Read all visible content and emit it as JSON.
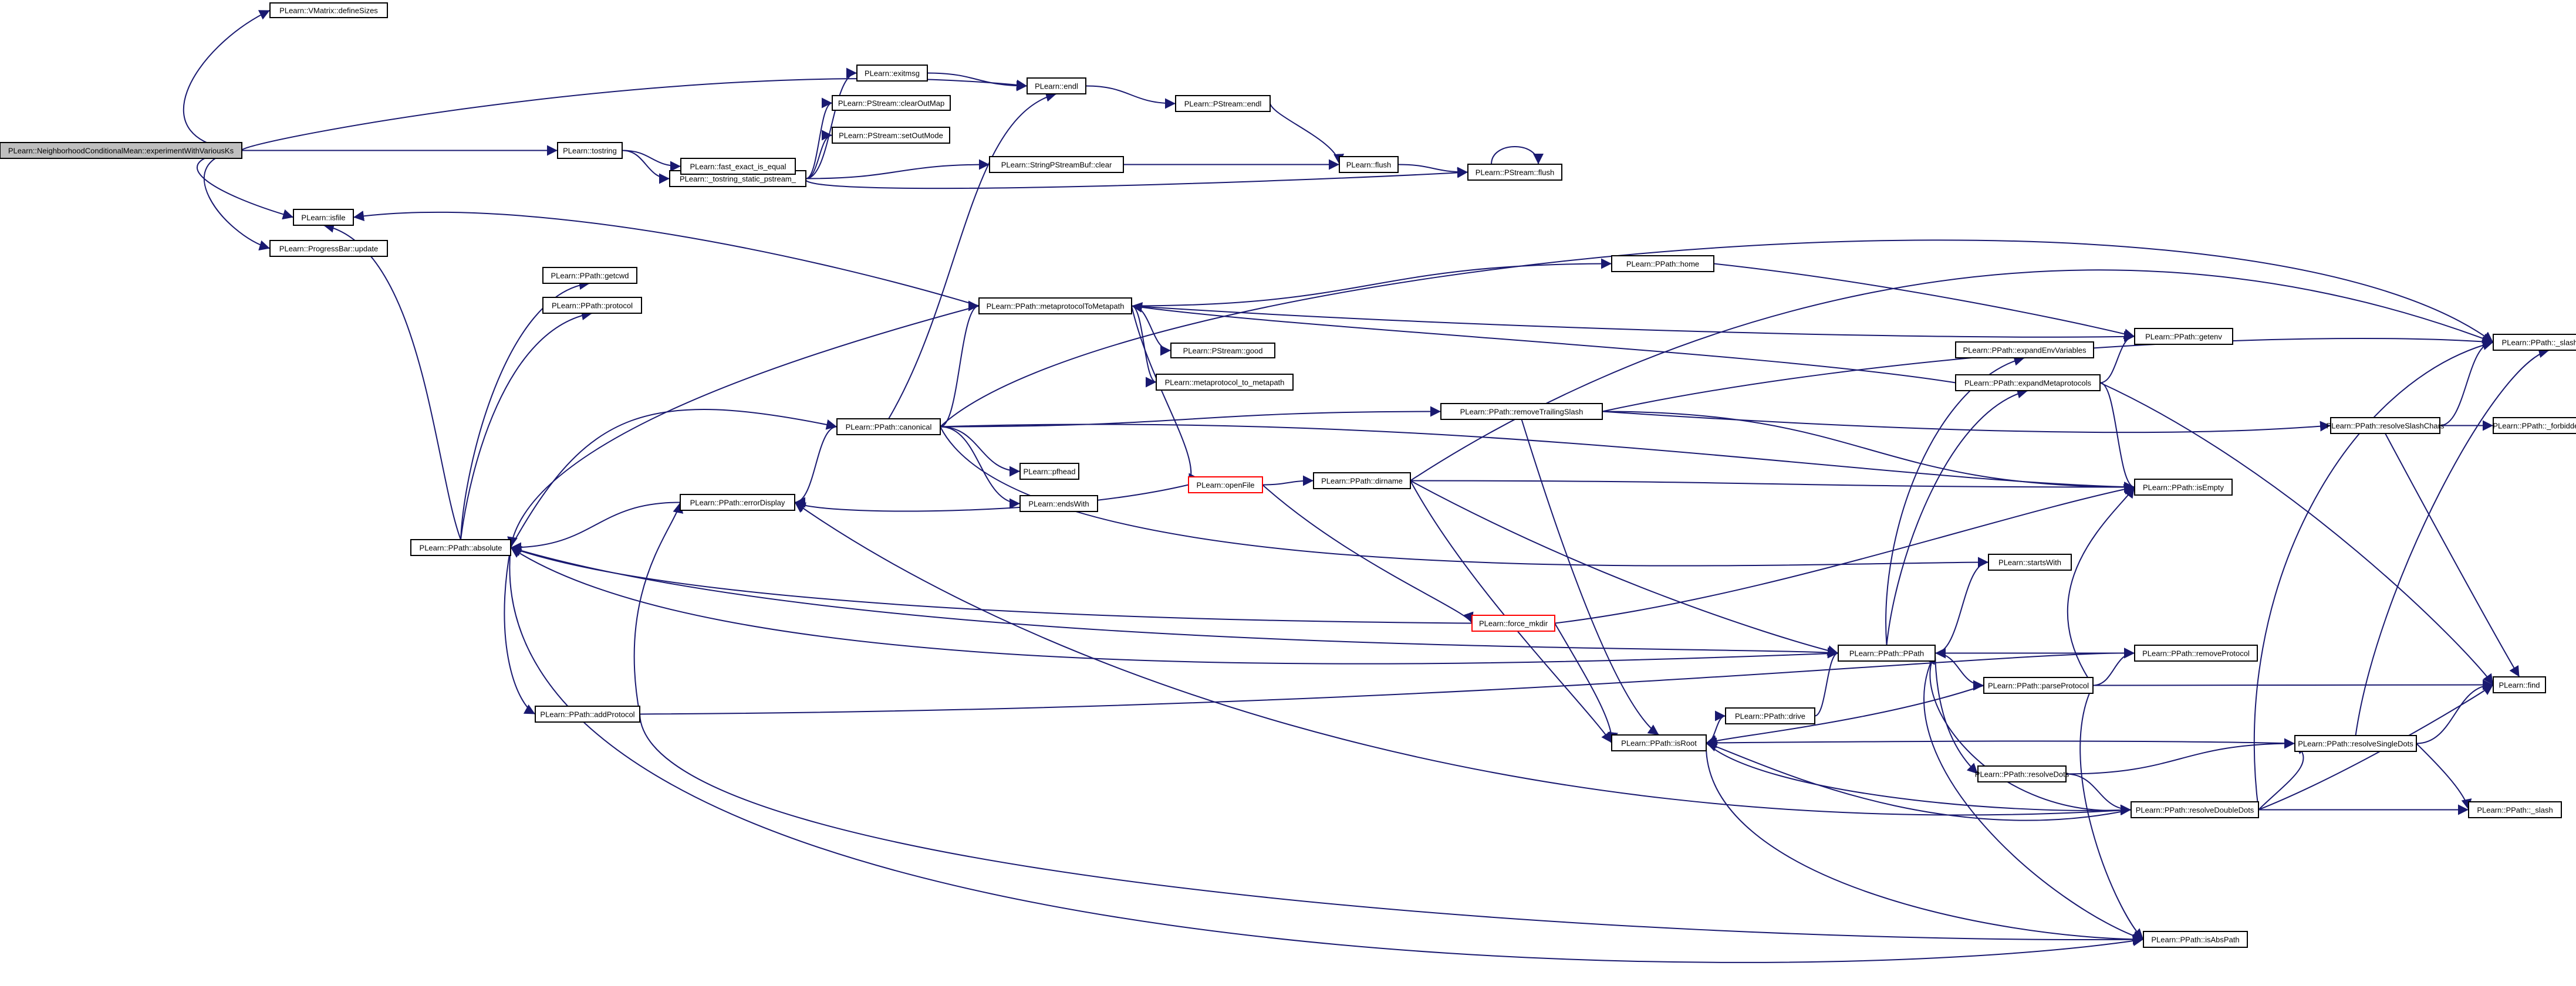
{
  "colors": {
    "edge": "#191970",
    "root_fill": "#bfbfbf",
    "highlight_border": "#ff0000",
    "node_border": "#000000"
  },
  "nodes": {
    "root": "PLearn::NeighborhoodConditionalMean::experimentWithVariousKs",
    "definesizes": "PLearn::VMatrix::defineSizes",
    "endl1": "PLearn::endl",
    "exitmsg": "PLearn::exitmsg",
    "tostring": "PLearn::tostring",
    "tostring_static": "PLearn::_tostring_static_pstream_",
    "clearoutmap": "PLearn::PStream::clearOutMap",
    "setoutmode": "PLearn::PStream::setOutMode",
    "pstream_endl": "PLearn::PStream::endl",
    "fast_exact": "PLearn::fast_exact_is_equal",
    "spsb_clear": "PLearn::StringPStreamBuf::clear",
    "flush": "PLearn::flush",
    "pstream_flush": "PLearn::PStream::flush",
    "isfile": "PLearn::isfile",
    "progressbar": "PLearn::ProgressBar::update",
    "home": "PLearn::PPath::home",
    "getcwd": "PLearn::PPath::getcwd",
    "protocol": "PLearn::PPath::protocol",
    "metaprotocoltometapath": "PLearn::PPath::metaprotocolToMetapath",
    "pstream_good": "PLearn::PStream::good",
    "getenv": "PLearn::PPath::getenv",
    "slash_char": "PLearn::PPath::_slash_char",
    "metaprotocol_to_metapath": "PLearn::metaprotocol_to_metapath",
    "expandenv": "PLearn::PPath::expandEnvVariables",
    "expandmeta": "PLearn::PPath::expandMetaprotocols",
    "canonical": "PLearn::PPath::canonical",
    "removetrailing": "PLearn::PPath::removeTrailingSlash",
    "resolveslashchars": "PLearn::PPath::resolveSlashChars",
    "forbidden": "PLearn::PPath::_forbidden_chars",
    "pfhead": "PLearn::pfhead",
    "openfile": "PLearn::openFile",
    "dirname": "PLearn::PPath::dirname",
    "isempty": "PLearn::PPath::isEmpty",
    "errordisplay": "PLearn::PPath::errorDisplay",
    "endswith": "PLearn::endsWith",
    "absolute": "PLearn::PPath::absolute",
    "startswith": "PLearn::startsWith",
    "force_mkdir": "PLearn::force_mkdir",
    "ppath": "PLearn::PPath::PPath",
    "removeprotocol": "PLearn::PPath::removeProtocol",
    "parseprotocol": "PLearn::PPath::parseProtocol",
    "find": "PLearn::find",
    "addprotocol": "PLearn::PPath::addProtocol",
    "drive": "PLearn::PPath::drive",
    "isroot": "PLearn::PPath::isRoot",
    "resolvesingledots": "PLearn::PPath::resolveSingleDots",
    "resolvedots": "PLearn::PPath::resolveDots",
    "resolvedoubledots": "PLearn::PPath::resolveDoubleDots",
    "slash": "PLearn::PPath::_slash",
    "isabspath": "PLearn::PPath::isAbsPath"
  }
}
